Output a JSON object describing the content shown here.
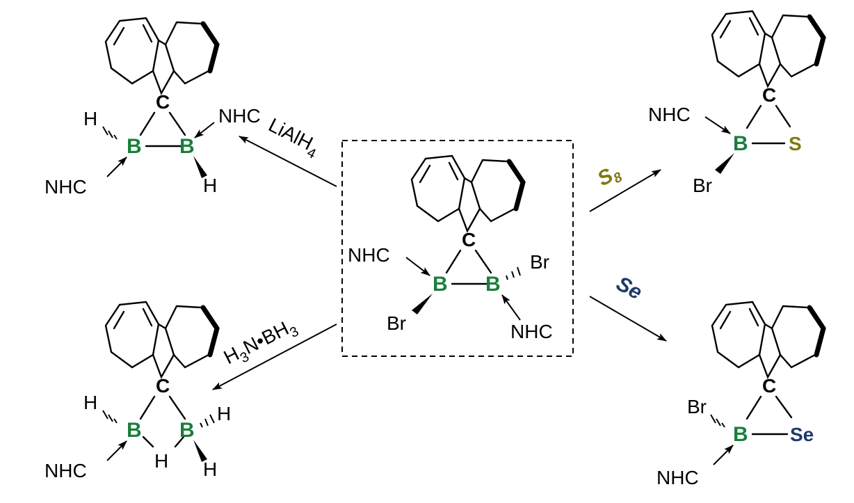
{
  "colors": {
    "boron": "#1a7f3c",
    "sulfur": "#807a12",
    "selenium": "#1f3a6b",
    "ink": "#000000"
  },
  "atoms": {
    "carbon": "C",
    "boron": "B",
    "nhc": "NHC",
    "br": "Br",
    "h": "H",
    "s": "S",
    "se": "Se"
  },
  "reagents": {
    "lialh4": {
      "base": "LiAlH",
      "sub": "4"
    },
    "ammonia_borane": {
      "a": "H",
      "sub1": "3",
      "b": "N•BH",
      "sub2": "3"
    },
    "sulfur": {
      "base": "S",
      "sub": "8"
    },
    "selenium": "Se"
  }
}
